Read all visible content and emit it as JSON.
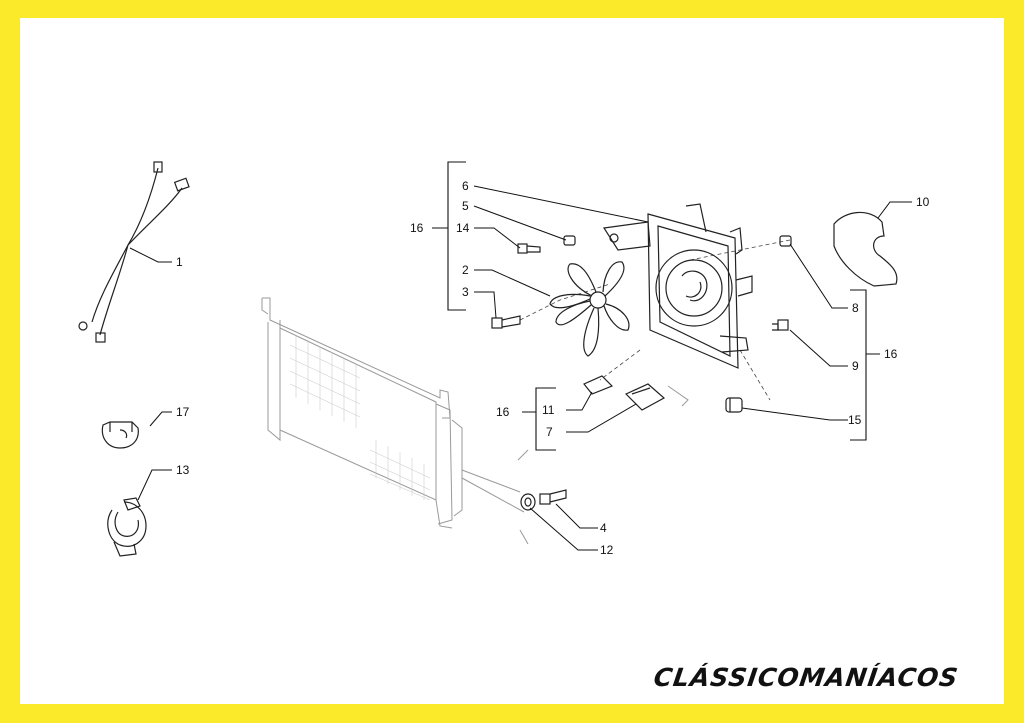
{
  "callouts": {
    "c1": "1",
    "c2": "2",
    "c3": "3",
    "c4": "4",
    "c5": "5",
    "c6": "6",
    "c7": "7",
    "c8": "8",
    "c9": "9",
    "c10": "10",
    "c11": "11",
    "c12": "12",
    "c13": "13",
    "c14": "14",
    "c15": "15",
    "c16_top": "16",
    "c16_right": "16",
    "c16_mid": "16",
    "c17": "17"
  },
  "brand": {
    "text": "CLÁSSICOMANÍACOS"
  },
  "colors": {
    "frame": "#fbea2a",
    "sheet": "#ffffff",
    "ink": "#111111"
  }
}
